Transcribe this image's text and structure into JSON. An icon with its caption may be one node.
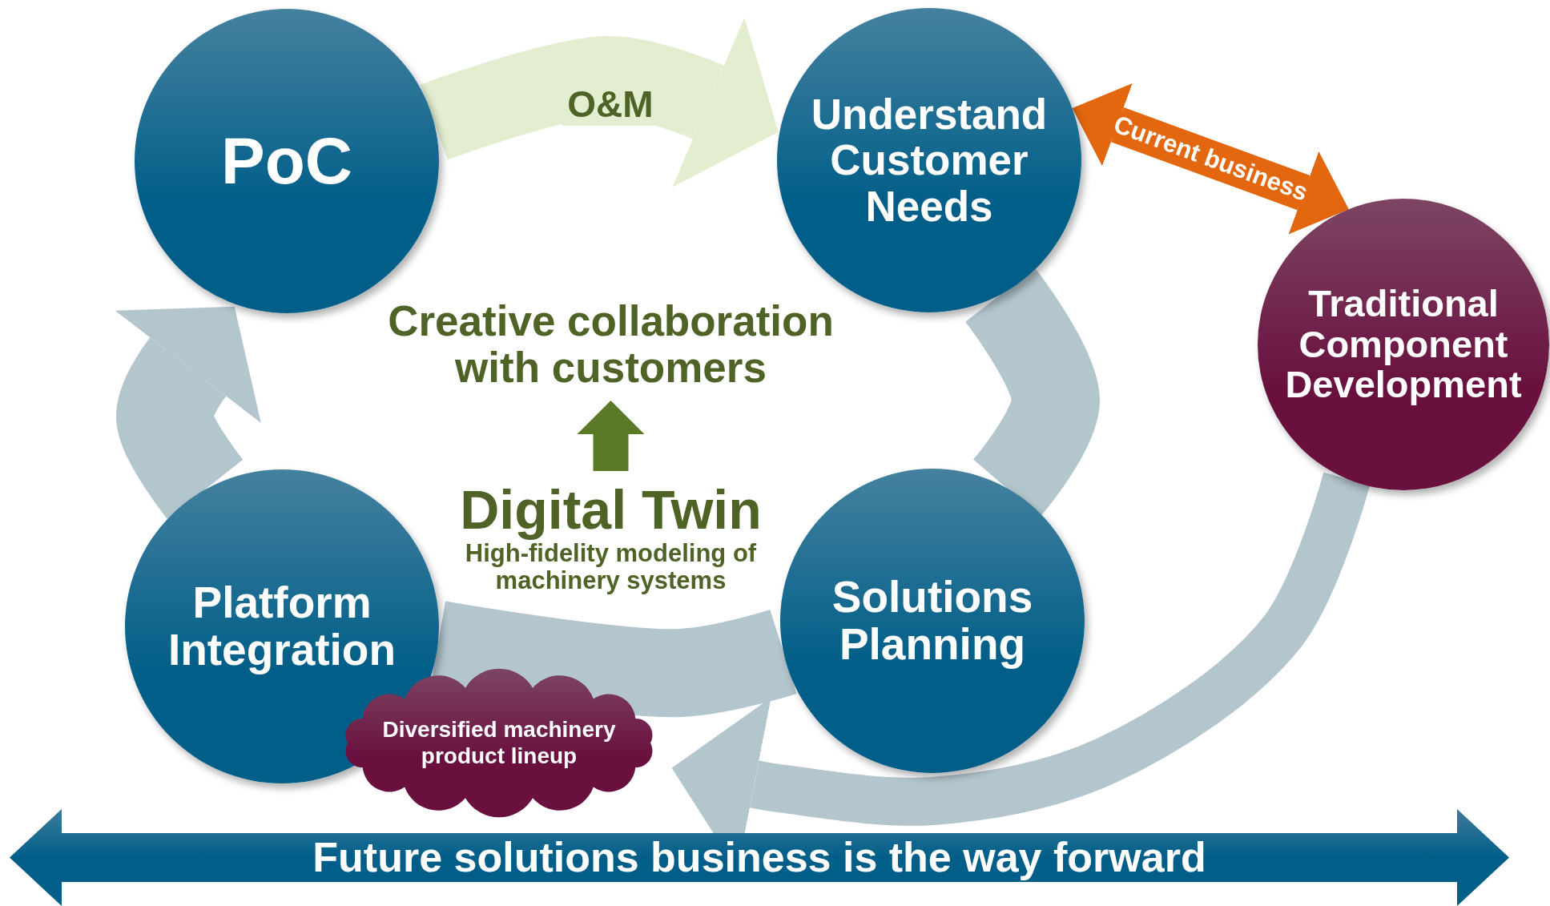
{
  "diagram": {
    "nodes": [
      {
        "text": [
          "PoC"
        ]
      },
      {
        "text": [
          "Understand Customer Needs"
        ]
      },
      {
        "text": [
          "Creative collaboration with customers"
        ]
      },
      {
        "text": [
          "Traditional Component Development"
        ]
      },
      {
        "text": [
          "Digital Twin",
          "High-fidelity modeling of machinery systems"
        ]
      },
      {
        "text": [
          "Platform Integration"
        ]
      },
      {
        "text": [
          "Solutions Planning"
        ]
      },
      {
        "text": [
          "Diversified machinery product lineup"
        ]
      },
      {
        "text": [
          "Future solutions business is the way forward"
        ]
      }
    ],
    "edges": [
      {
        "from": 0,
        "to": 1,
        "arrow": "to",
        "label": "O&M",
        "color": "#e3edd0"
      },
      {
        "from": 1,
        "to": 3,
        "arrow": "both",
        "label": "Current business",
        "color": "#e2670f"
      },
      {
        "from": 1,
        "to": 6,
        "arrow": "none"
      },
      {
        "from": 6,
        "to": 5,
        "arrow": "none"
      },
      {
        "from": 5,
        "to": 0,
        "arrow": "to"
      },
      {
        "from": 3,
        "to": 7,
        "arrow": "to"
      },
      {
        "from": 4,
        "to": 2,
        "arrow": "to",
        "color": "#5b7a28"
      }
    ]
  }
}
